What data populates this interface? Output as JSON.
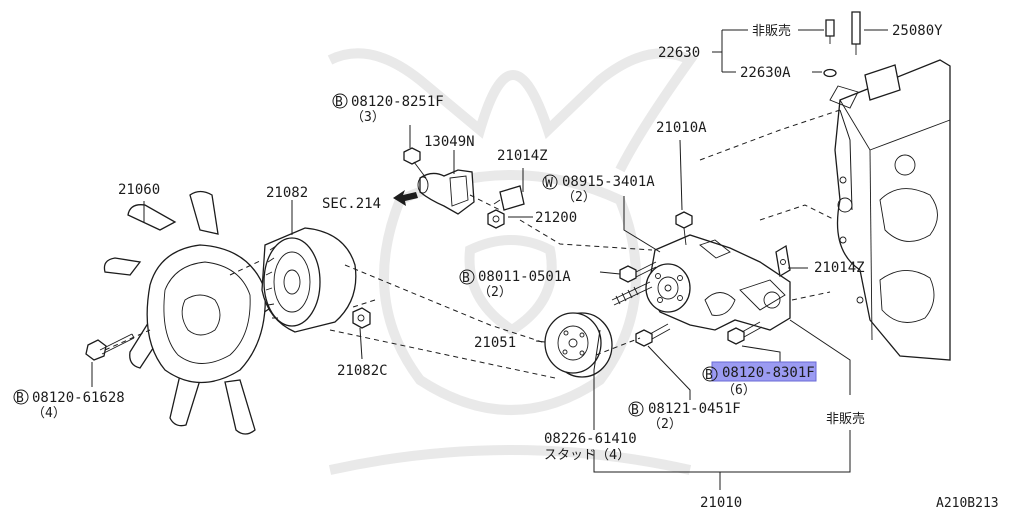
{
  "diagram_code": "A210B213",
  "highlight_color": "#9b9bf2",
  "labels": {
    "fan": "21060",
    "fan_bolt": "08120-61628",
    "fan_bolt_qty": "（4）",
    "fan_coupling": "21082",
    "nut": "21082C",
    "pulley": "21051",
    "stud": "08226-61410",
    "stud_note": "スタッド（4）",
    "pump_assy": "21010",
    "gasket": "21014Z",
    "gasket_right": "21014Z",
    "sensor": "21200",
    "outlet": "13049N",
    "sec_ref": "SEC.214",
    "outlet_bolt": "08120-8251F",
    "outlet_bolt_qty": "（3）",
    "pump_stud_bolt": "21010A",
    "washer_bolt": "08915-3401A",
    "washer_bolt_qty": "（2）",
    "pump_bolt": "08011-0501A",
    "pump_bolt_qty": "（2）",
    "bolt_lower": "08121-0451F",
    "bolt_lower_qty": "（2）",
    "bolt_highlight": "08120-8301F",
    "bolt_highlight_qty": "（6）",
    "not_for_sale_top": "非販売",
    "not_for_sale_bottom": "非販売",
    "sender_group": "22630",
    "sender_a": "22630A",
    "sensor_top": "25080Y"
  }
}
